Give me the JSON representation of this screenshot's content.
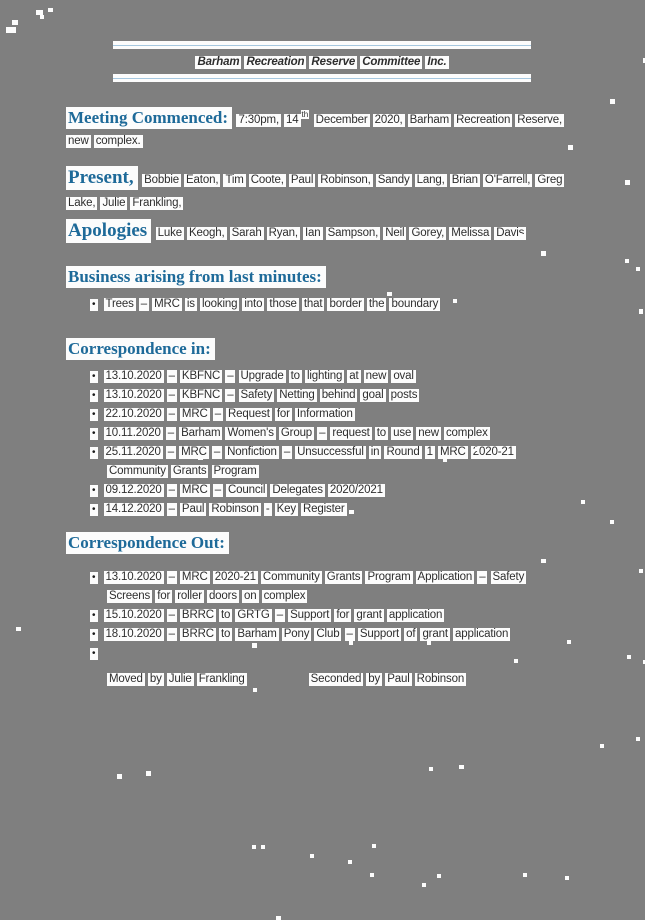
{
  "document": {
    "org_title": "Barham Recreation Reserve Committee Inc.",
    "meeting_commenced": {
      "label": "Meeting Commenced:",
      "time": "7:30pm, 14",
      "ordinal": "th",
      "details": "December 2020, Barham Recreation Reserve, new complex."
    },
    "present": {
      "label": "Present,",
      "names": "Bobbie Eaton, Tim Coote, Paul Robinson, Sandy Lang, Brian O'Farrell, Greg Lake, Julie Frankling,"
    },
    "apologies": {
      "label": "Apologies",
      "names": "Luke Keogh, Sarah Ryan, Ian Sampson, Neil Gorey, Melissa Davis"
    },
    "business_arising": {
      "label": "Business arising from last minutes:",
      "items": [
        "Trees – MRC is looking into those that border the boundary"
      ]
    },
    "correspondence_in": {
      "label": "Correspondence in:",
      "items": [
        "13.10.2020 – KBFNC – Upgrade to lighting at new oval",
        "13.10.2020 – KBFNC – Safety Netting behind goal posts",
        "22.10.2020 – MRC – Request for Information",
        "10.11.2020 – Barham Women's Group – request to use new complex",
        "25.11.2020 – MRC – Nonfiction – Unsuccessful in Round 1 MRC 2020-21 Community Grants Program",
        "09.12.2020 – MRC – Council Delegates 2020/2021",
        "14.12.2020 – Paul Robinson - Key Register"
      ]
    },
    "correspondence_out": {
      "label": "Correspondence Out:",
      "items": [
        "13.10.2020 – MRC 2020-21 Community Grants Program Application – Safety Screens for roller doors on complex",
        "15.10.2020 – BRRC to GRTG – Support for grant application",
        "18.10.2020 – BRRC to Barham Pony Club – Support of grant application",
        ""
      ]
    },
    "motion": {
      "moved": "Moved by Julie Frankling",
      "seconded": "Seconded by Paul Robinson"
    }
  },
  "colors": {
    "page_bg": "#7F7F7F",
    "heading_blue": "#1E6A99",
    "title_blue": "#3BA0CE",
    "rule_blue": "#A6C8E0",
    "body_text": "#2E2E2E",
    "highlight_white": "#FCFCFC"
  }
}
